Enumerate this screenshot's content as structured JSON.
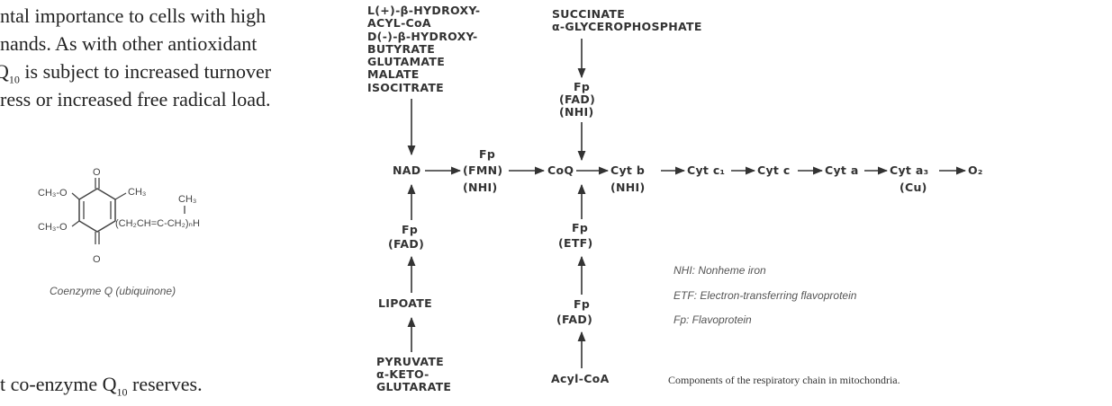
{
  "paragraph_lines": [
    "ntal importance to cells with high",
    "nands. As with other antioxidant",
    "is subject to increased turnover",
    "ress or increased free radical load."
  ],
  "q10_line_prefix": "Q",
  "q10_sub": "10",
  "bottom_line": {
    "prefix": "t co-enzyme Q",
    "sub": "10",
    "suffix": " reserves."
  },
  "structure": {
    "atoms": {
      "o_top": "O",
      "o_bottom": "O",
      "ch3o_upper": "CH₃-O",
      "ch3o_lower": "CH₃-O",
      "ch3_ring": "CH₃",
      "ch3_chain": "CH₃",
      "chain": "(CH₂CH=C-CH₂)ₙH"
    },
    "caption": "Coenzyme Q (ubiquinone)"
  },
  "diagram": {
    "left_substrates": [
      "L(+)-β-HYDROXY-",
      "ACYL-CoA",
      "D(-)-β-HYDROXY-",
      "BUTYRATE",
      "GLUTAMATE",
      "MALATE",
      "ISOCITRATE"
    ],
    "top_substrates": [
      "SUCCINATE",
      "α-GLYCEROPHOSPHATE"
    ],
    "top_fp": [
      "Fp",
      "(FAD)",
      "(NHI)"
    ],
    "chain": {
      "nad": "NAD",
      "fmn": [
        "Fp",
        "(FMN)",
        "(NHI)"
      ],
      "coq": "CoQ",
      "cyt_b": [
        "Cyt b",
        "(NHI)"
      ],
      "cyt_c1": "Cyt c₁",
      "cyt_c": "Cyt c",
      "cyt_a": "Cyt a",
      "cyt_a3": [
        "Cyt a₃",
        "(Cu)"
      ],
      "o2": "O₂"
    },
    "nad_below": [
      "Fp",
      "(FAD)"
    ],
    "lipoate": "LIPOATE",
    "bottom_left": [
      "PYRUVATE",
      "α-KETO-",
      "GLUTARATE"
    ],
    "etf": [
      "Fp",
      "(ETF)"
    ],
    "acyl_fp": [
      "Fp",
      "(FAD)"
    ],
    "acyl_coa": "Acyl-CoA",
    "legend": [
      "NHI: Nonheme iron",
      "ETF: Electron-transferring flavoprotein",
      "Fp: Flavoprotein"
    ],
    "caption": "Components of the respiratory chain in mitochondria."
  }
}
